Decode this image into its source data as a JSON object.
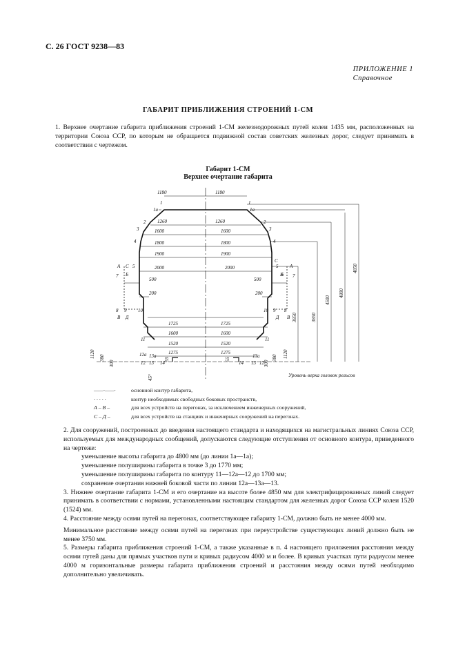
{
  "header": "С. 26 ГОСТ 9238—83",
  "appendix": {
    "title": "ПРИЛОЖЕНИЕ 1",
    "subtitle": "Справочное"
  },
  "section_title": "ГАБАРИТ ПРИБЛИЖЕНИЯ СТРОЕНИЙ 1-СМ",
  "para1": "1. Верхнее очертание габарита приближения строений 1-СМ железнодорожных путей колеи 1435 мм, расположенных на территории Союза ССР, по которым не обращается подвижной состав советских железных дорог, следует принимать в соответствии с чертежом.",
  "figure": {
    "title": "Габарит 1-СМ",
    "subtitle": "Верхнее очертание габарита",
    "rail_label": "Уровень верха головок рельсов",
    "widths": [
      "1180",
      "1180",
      "1260",
      "1260",
      "1600",
      "1600",
      "1800",
      "1800",
      "1900",
      "1900",
      "2000",
      "2000",
      "500",
      "500",
      "200",
      "200",
      "1725",
      "1725",
      "1600",
      "1600",
      "1520",
      "1520",
      "1275",
      "1275"
    ],
    "heights": [
      "3850",
      "4500",
      "4800",
      "4850",
      "3850",
      "1120",
      "1120",
      "380",
      "380",
      "300",
      "300",
      "55",
      "55",
      "45°"
    ],
    "points": [
      "1",
      "1a",
      "2",
      "3",
      "4",
      "5",
      "6",
      "7",
      "8",
      "9",
      "10",
      "11",
      "12",
      "12a",
      "13",
      "13a",
      "14",
      "A",
      "C",
      "Б",
      "B",
      "Д"
    ]
  },
  "legend": [
    {
      "sym": "",
      "text": "основной контур габарита,"
    },
    {
      "sym": "",
      "text": "контур необходимых свободных боковых пространств,"
    },
    {
      "sym": "А – В –",
      "text": "для всех устройств на перегонах, за исключением инженерных сооружений,"
    },
    {
      "sym": "С – Д –",
      "text": "для всех устройств на станциях и инженерных сооружений на перегонах."
    }
  ],
  "para2_intro": "2. Для сооружений, построенных до введения настоящего стандарта и находящихся на магистральных линиях Союза ССР, используемых для международных сообщений, допускаются следующие отступления от основного контура, приведенного на чертеже:",
  "para2_items": [
    "уменьшение высоты габарита до 4800 мм (до линии 1а—1а);",
    "уменьшение полуширины габарита в точке 3 до 1770 мм;",
    "уменьшение полуширины габарита по контуру 11—12а—12 до 1700 мм;",
    "сохранение очертания нижней боковой части по линии 12а—13а—13."
  ],
  "para3": "3. Нижнее очертание габарита 1-СМ и его очертание на высоте более 4850 мм для электрифицированных линий следует принимать в соответствии с нормами, установленными настоящим стандартом для железных дорог Союза ССР колеи 1520 (1524) мм.",
  "para4": "4. Расстояние между осями путей на перегонах, соответствующее габариту 1-СМ, должно быть не менее 4000 мм.",
  "para4b": "Минимальное расстояние между осями путей на перегонах при переустройстве существующих линий должно быть не менее 3750 мм.",
  "para5": "5. Размеры габарита приближения строений 1-СМ, а также указанные в п. 4 настоящего приложения расстояния между осями путей даны для прямых участков пути и кривых радиусом 4000 м и более. В кривых участках пути радиусом менее 4000 м горизонтальные размеры габарита приближения строений и расстояния между осями путей необходимо дополнительно увеличивать."
}
